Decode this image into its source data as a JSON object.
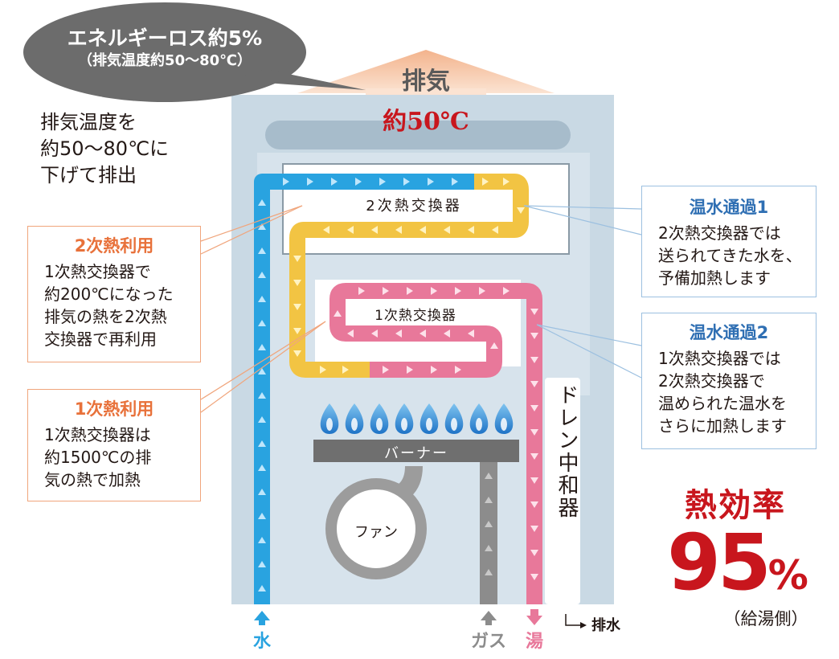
{
  "speech_bubble": {
    "line1": "エネルギーロス約5%",
    "line2": "（排気温度約50〜80℃）"
  },
  "exhaust_label": "排気",
  "exhaust_temp": "約50℃",
  "left_note": [
    "排気温度を",
    "約50〜80℃に",
    "下げて排出"
  ],
  "secondary_hx_label": "2次熱交換器",
  "primary_hx_label": "1次熱交換器",
  "burner_label": "バーナー",
  "fan_label": "ファン",
  "drain_label": "ドレン中和器",
  "callouts": {
    "secondary_use": {
      "title": "2次熱利用",
      "lines": [
        "1次熱交換器で",
        "約200℃になった",
        "排気の熱を2次熱",
        "交換器で再利用"
      ]
    },
    "primary_use": {
      "title": "1次熱利用",
      "lines": [
        "1次熱交換器は",
        "約1500℃の排",
        "気の熱で加熱"
      ]
    },
    "water_pass1": {
      "title": "温水通過1",
      "lines": [
        "2次熱交換器では",
        "送られてきた水を、",
        "予備加熱します"
      ]
    },
    "water_pass2": {
      "title": "温水通過2",
      "lines": [
        "1次熱交換器では",
        "2次熱交換器で",
        "温められた温水を",
        "さらに加熱します"
      ]
    }
  },
  "bottom_labels": {
    "water": "水",
    "gas": "ガス",
    "hot_water": "湯",
    "drain": "排水"
  },
  "efficiency": {
    "label": "熱効率",
    "value": "95",
    "unit": "%",
    "note": "（給湯側）"
  },
  "colors": {
    "water_pipe": "#29a3e0",
    "secondary_pipe": "#f2c443",
    "primary_pipe": "#e8789a",
    "gas_pipe": "#8c8c8c",
    "accent_red": "#c8161d",
    "orange": "#e8713a",
    "blue": "#2f6fb3",
    "casing": "#c9d9e4",
    "inner": "#d7e3ec",
    "flame": "#2c86d4"
  }
}
